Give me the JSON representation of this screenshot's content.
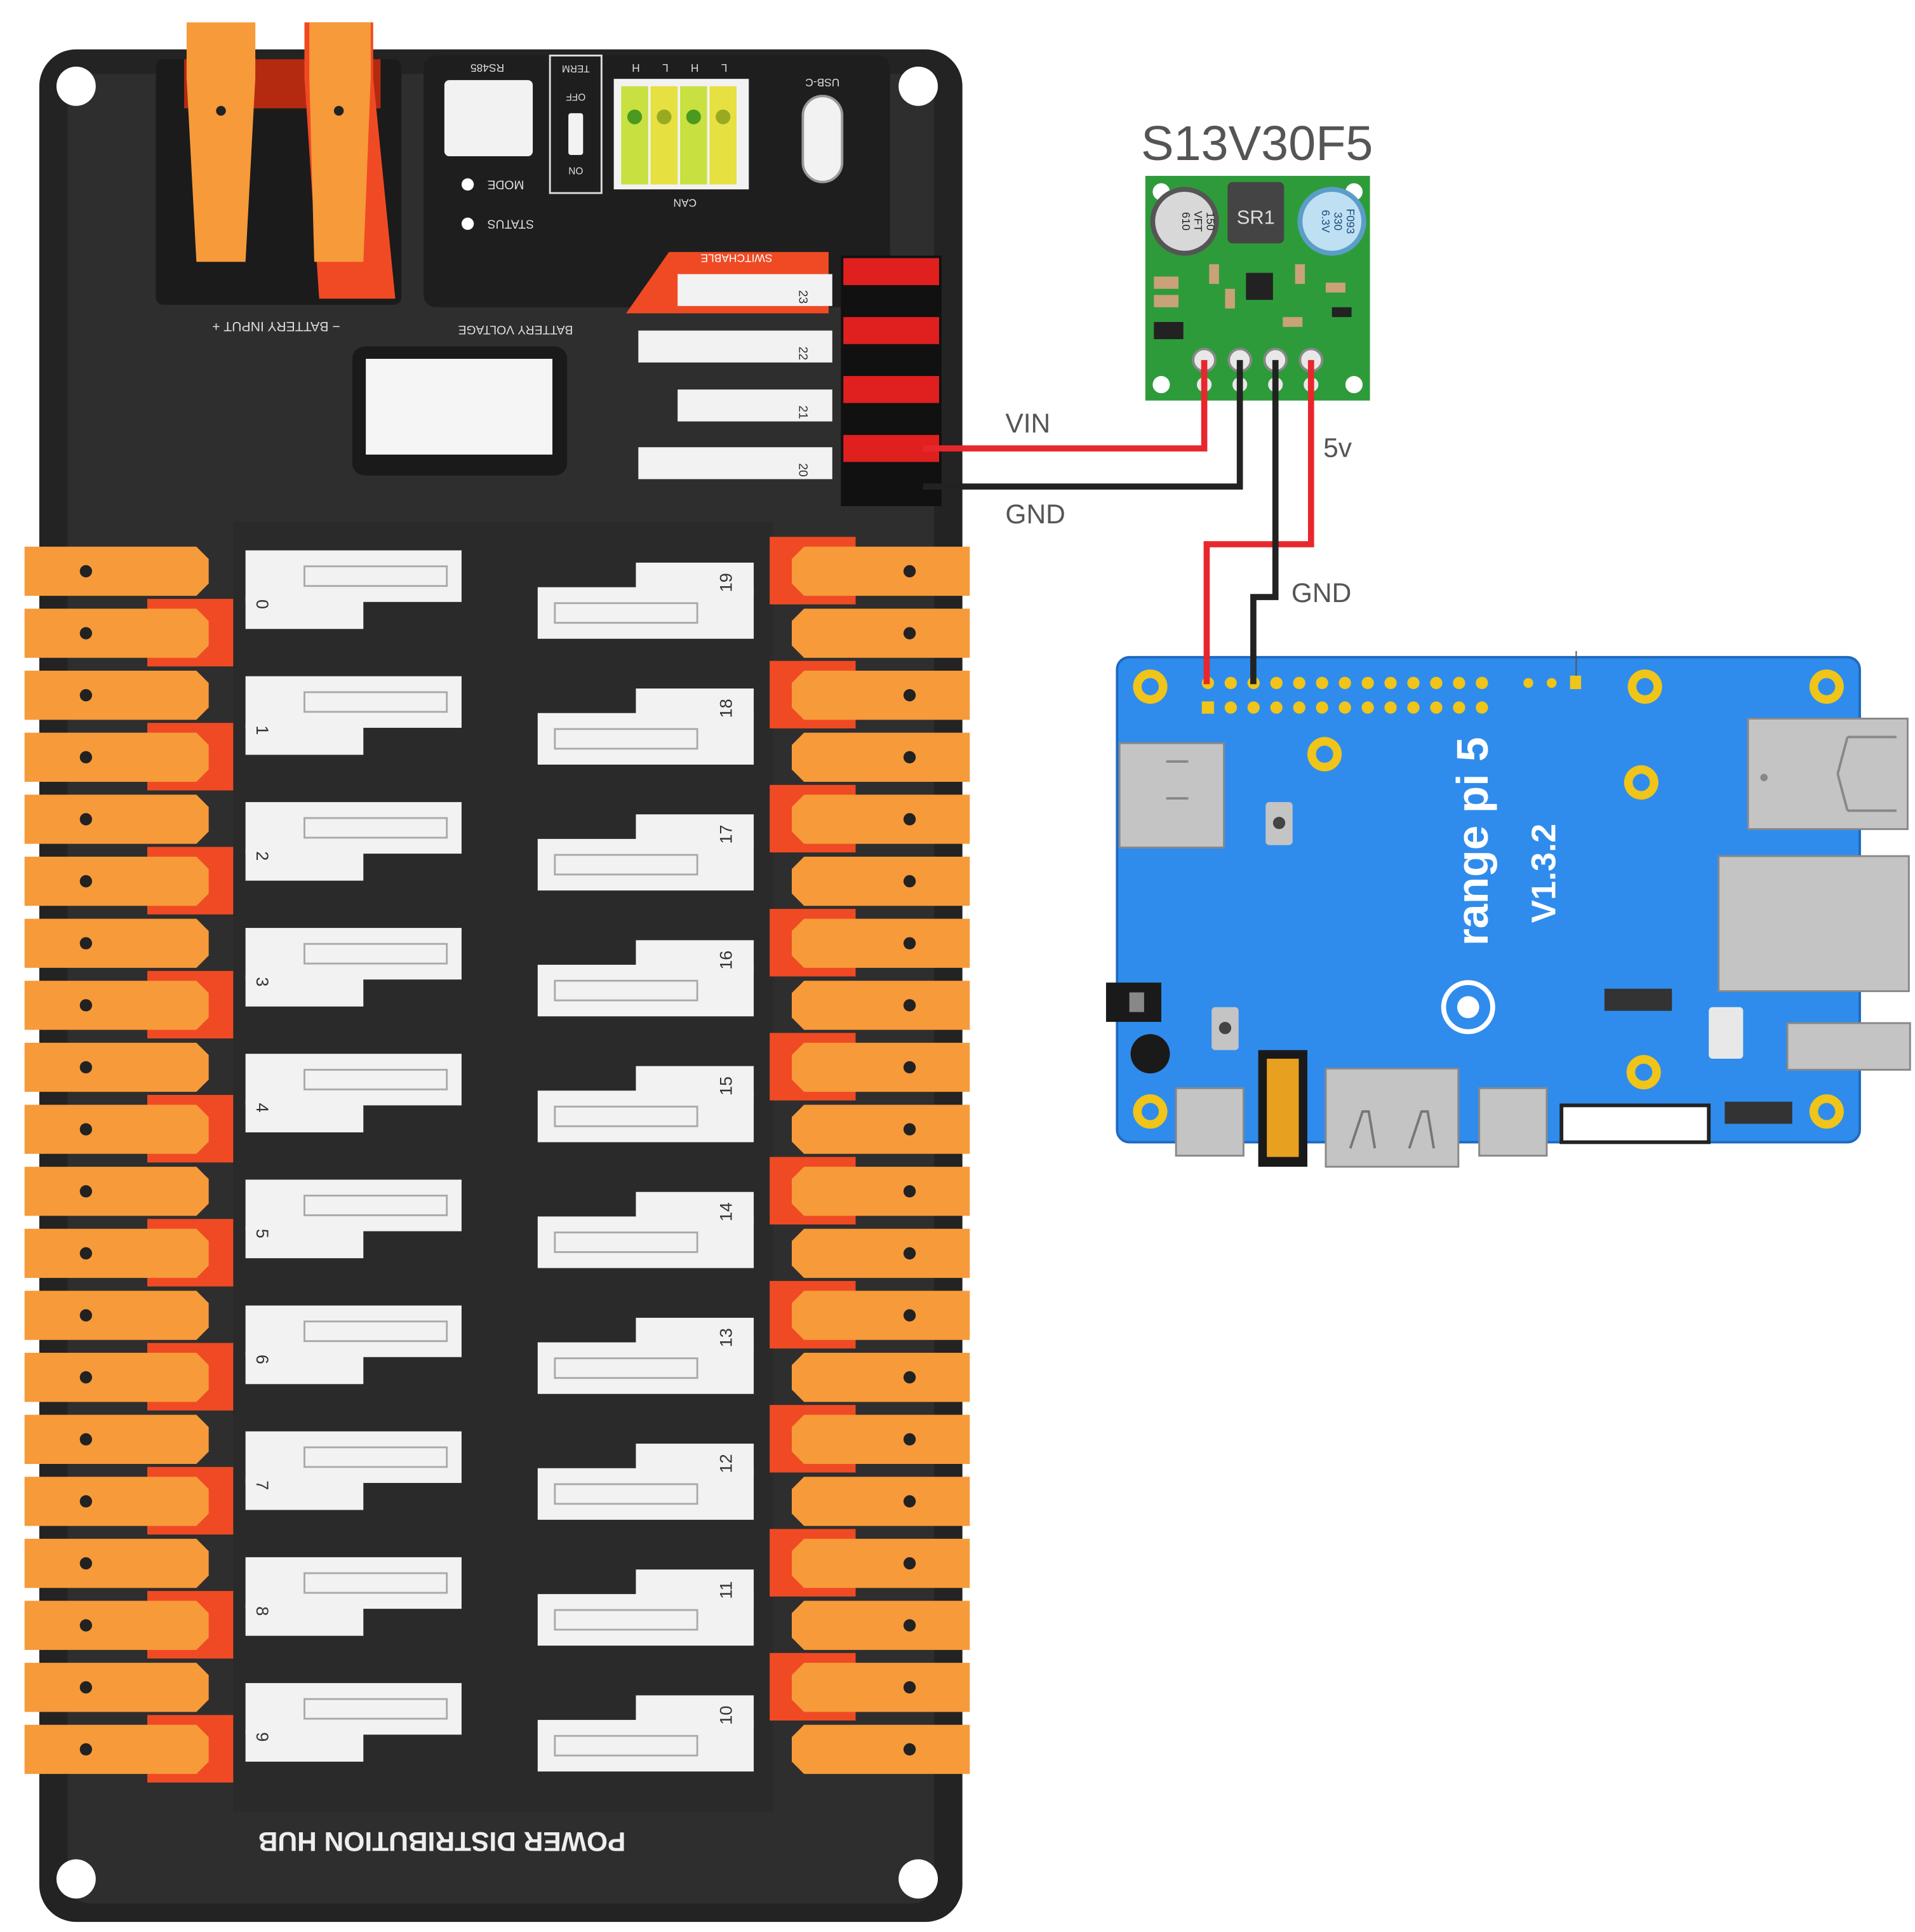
{
  "regulator": {
    "title": "S13V30F5",
    "inductor_mark": "SR1",
    "cap_left_mark_1": "150",
    "cap_left_mark_2": "VFT",
    "cap_left_mark_3": "610",
    "cap_right_mark_1": "F093",
    "cap_right_mark_2": "330",
    "cap_right_mark_3": "6.3V"
  },
  "wire_labels": {
    "vin": "VIN",
    "gnd_pdh": "GND",
    "v5": "5v",
    "gnd_opi": "GND"
  },
  "pdh": {
    "footer": "POWER DISTRIBUTION HUB",
    "battery_input": "−  BATTERY INPUT  +",
    "battery_voltage": "BATTERY VOLTAGE",
    "rs485": "RS485",
    "term": "TERM",
    "off": "OFF",
    "on": "ON",
    "can": "CAN",
    "can_pins": [
      "H",
      "L",
      "H",
      "L"
    ],
    "usb_c": "USB-C",
    "mode": "MODE",
    "status": "STATUS",
    "switchable": "SWITCHABLE",
    "small_channels": [
      "23",
      "22",
      "21",
      "20"
    ],
    "left_channels": [
      "0",
      "1",
      "2",
      "3",
      "4",
      "5",
      "6",
      "7",
      "8",
      "9"
    ],
    "right_channels": [
      "19",
      "18",
      "17",
      "16",
      "15",
      "14",
      "13",
      "12",
      "11",
      "10"
    ]
  },
  "opi": {
    "brand": "range pi 5",
    "version": "V1.3.2"
  },
  "colors": {
    "pdh_body": "#2b2b2b",
    "lever_orange": "#f79a3a",
    "lever_red": "#f04a24",
    "wire_red": "#e8272d",
    "wire_black": "#222222",
    "pcb_green": "#2e9b3a",
    "board_blue": "#2f8cec",
    "header_gold": "#f0c419",
    "label_gray": "#555555"
  }
}
